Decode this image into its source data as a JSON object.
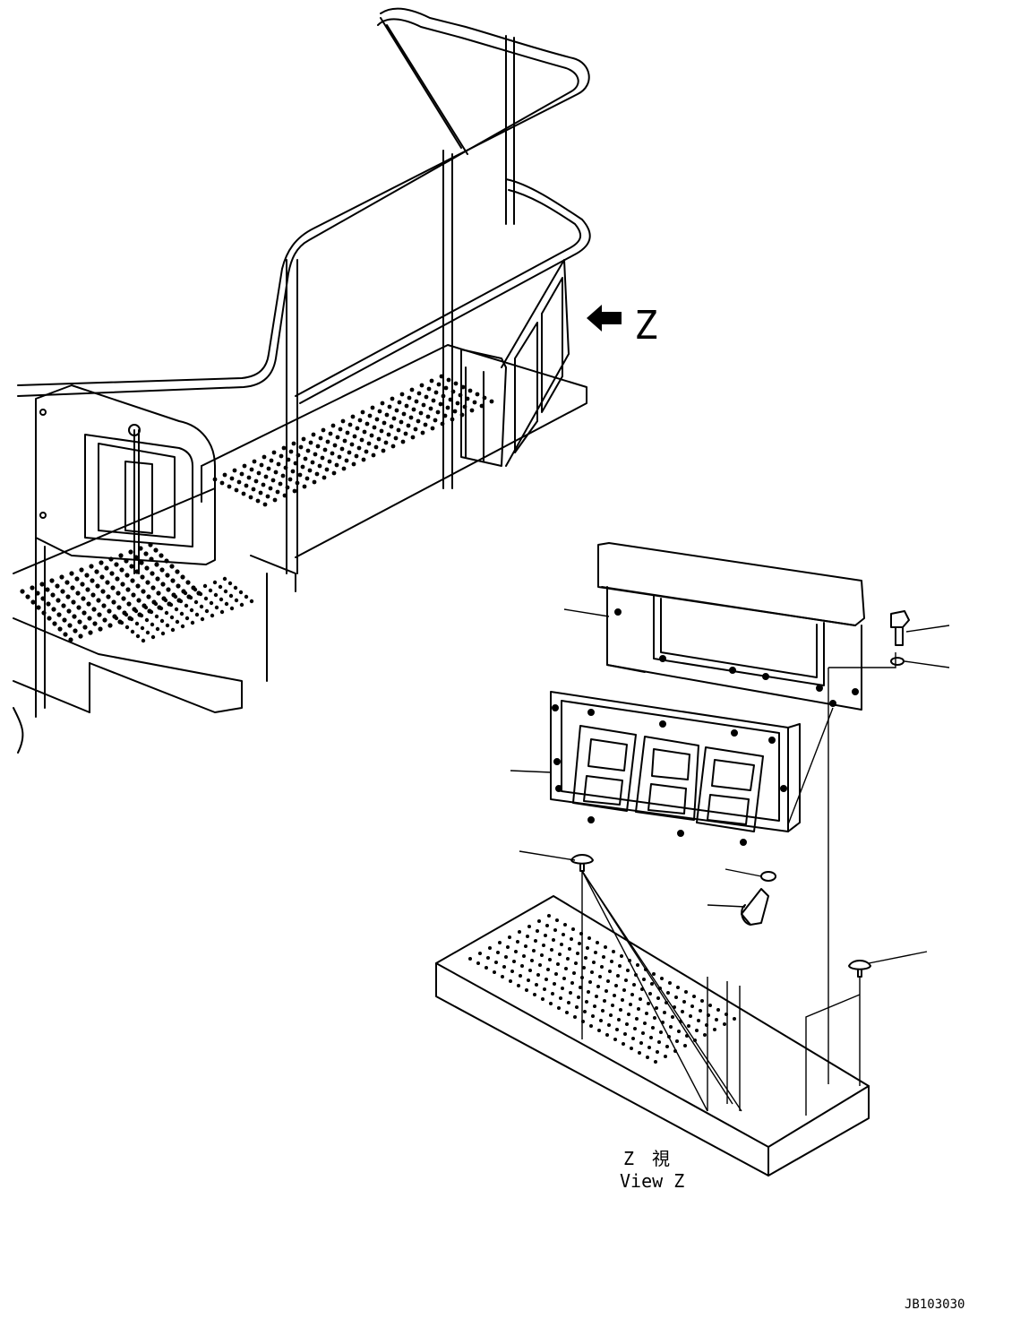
{
  "view_arrow_label": "Z",
  "view_caption": {
    "line1": "Z　視",
    "line2": "View Z"
  },
  "drawing_id": "JB103030"
}
